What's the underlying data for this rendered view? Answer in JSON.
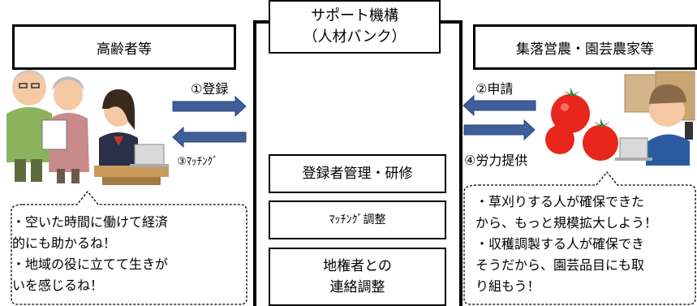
{
  "left_title": "高齢者等",
  "right_title": "集落営農・園芸農家等",
  "center_title": {
    "line1": "サポート機構",
    "line2": "（人材バンク）"
  },
  "arrows": {
    "register": "①登録",
    "apply": "②申請",
    "matching": "③ﾏｯﾁﾝｸﾞ",
    "labor": "④労力提供"
  },
  "functions": {
    "f1": "登録者管理・研修",
    "f2": "ﾏｯﾁﾝｸﾞ調整",
    "f3_line1": "地権者との",
    "f3_line2": "連絡調整"
  },
  "left_bubble": {
    "line1": "・空いた時間に働けて経済",
    "line2": "的にも助かるね！",
    "line3": "・地域の役に立てて生きが",
    "line4": "いを感じるね！"
  },
  "right_bubble": {
    "line1": "・草刈りする人が確保できた",
    "line2": "から、もっと規模拡大しよう！",
    "line3": "・収穫調製する人が確保でき",
    "line4": "そうだから、園芸品目にも取",
    "line5": "り組もう！"
  },
  "colors": {
    "arrow_fill": "#3f5f9a",
    "arrow_edge": "#2a4478",
    "tomato": "#e8261c"
  },
  "icons": {
    "left": "elderly-couple-and-woman-at-laptop-illustration",
    "center": "operator-at-computer-illustration",
    "right": "farmer-with-tomatoes-illustration"
  }
}
